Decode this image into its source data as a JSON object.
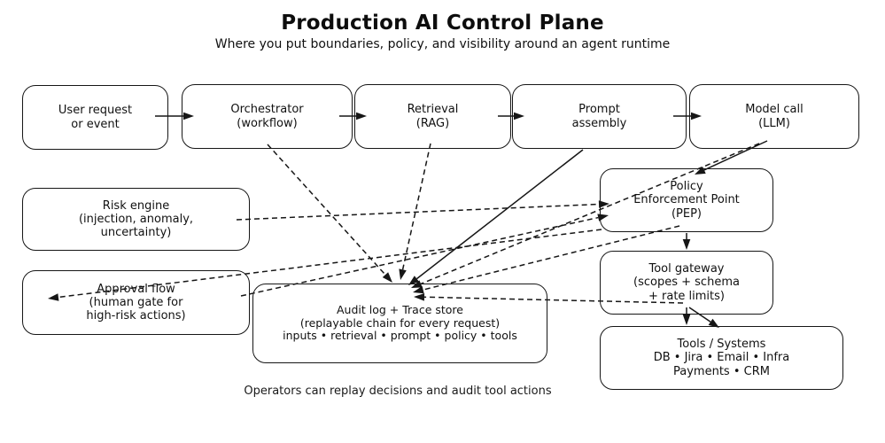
{
  "header": {
    "title": "Production AI Control Plane",
    "subtitle": "Where you put boundaries, policy, and visibility around an agent runtime"
  },
  "nodes": {
    "user_request": {
      "label": "User request\nor event"
    },
    "orchestrator": {
      "label": "Orchestrator\n(workflow)"
    },
    "retrieval": {
      "label": "Retrieval\n(RAG)"
    },
    "prompt_assembly": {
      "label": "Prompt\nassembly"
    },
    "model_call": {
      "label": "Model call\n(LLM)"
    },
    "risk_engine": {
      "label": "Risk engine\n(injection, anomaly,\nuncertainty)"
    },
    "approval_flow": {
      "label": "Approval flow\n(human gate for\nhigh-risk actions)"
    },
    "pep": {
      "label": "Policy\nEnforcement Point\n(PEP)"
    },
    "tool_gateway": {
      "label": "Tool gateway\n(scopes + schema\n+ rate limits)"
    },
    "tools_systems": {
      "label": "Tools / Systems\nDB • Jira • Email • Infra\nPayments • CRM"
    },
    "audit_log": {
      "label": "Audit log + Trace store\n(replayable chain for every request)\ninputs • retrieval • prompt • policy • tools"
    }
  },
  "caption": "Operators can replay decisions and audit tool actions",
  "colors": {
    "ink": "#161616",
    "background": "#ffffff"
  }
}
